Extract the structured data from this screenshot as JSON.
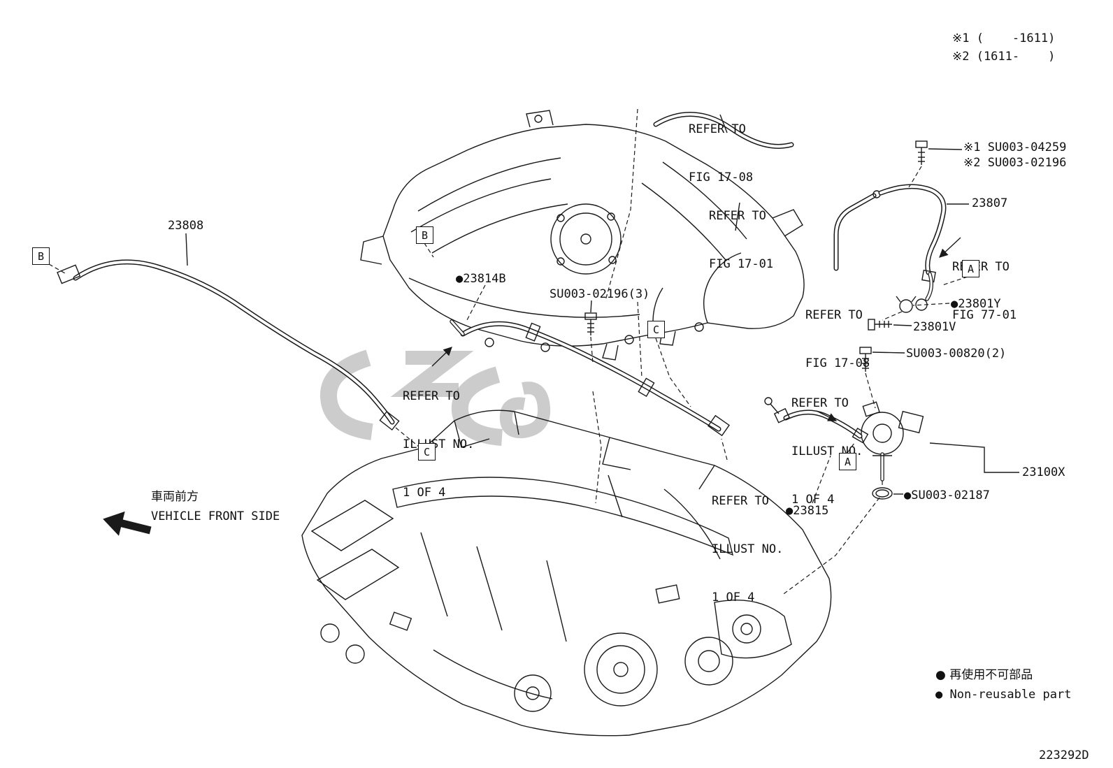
{
  "meta": {
    "drawing_no": "223292D"
  },
  "footnotes": {
    "f1": "※1 (    -1611)",
    "f2": "※2 (1611-    )"
  },
  "parts": {
    "p23808": "23808",
    "p23814b": "●23814B",
    "su003_02196_3": "SU003-02196(3)",
    "su003_04259": "※1 SU003-04259",
    "su003_02196": "※2 SU003-02196",
    "p23807": "23807",
    "p23801y": "●23801Y",
    "p23801v": "23801V",
    "su003_00820": "SU003-00820(2)",
    "p23100x": "23100X",
    "su003_02187": "●SU003-02187",
    "p23815": "●23815"
  },
  "refs": {
    "fig1708": {
      "l1": "REFER TO",
      "l2": "FIG 17-08"
    },
    "fig1701": {
      "l1": "REFER TO",
      "l2": "FIG 17-01"
    },
    "fig7701": {
      "l1": "REFER TO",
      "l2": "FIG 77-01"
    },
    "illust": {
      "l1": "REFER TO",
      "l2": "ILLUST NO.",
      "l3": "1 OF 4"
    }
  },
  "callouts": {
    "a": "A",
    "b": "B",
    "c": "C"
  },
  "direction": {
    "jp": "車両前方",
    "en": "VEHICLE FRONT SIDE"
  },
  "legend": {
    "jp": "● 再使用不可部品",
    "en": "● Non-reusable part"
  }
}
